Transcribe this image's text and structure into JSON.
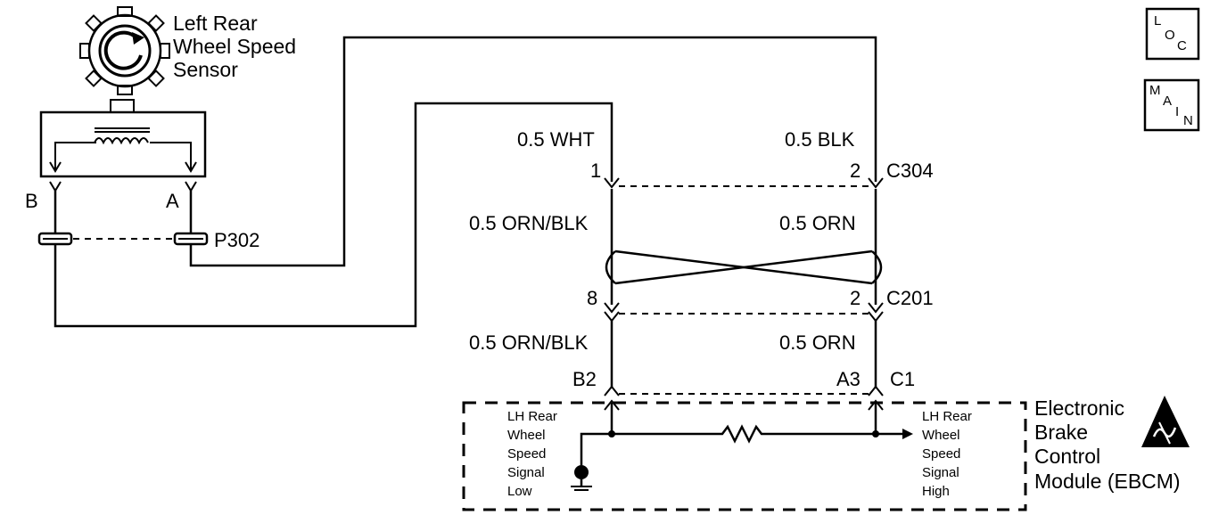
{
  "sensor": {
    "label_lines": [
      "Left Rear",
      "Wheel Speed",
      "Sensor"
    ]
  },
  "sensor_pins": {
    "b": "B",
    "a": "A"
  },
  "connectors": {
    "p302": "P302",
    "c304": "C304",
    "c201": "C201",
    "c1": "C1"
  },
  "wires": {
    "left_top": "0.5 WHT",
    "right_top": "0.5 BLK",
    "left_mid": "0.5 ORN/BLK",
    "right_mid": "0.5 ORN",
    "left_low": "0.5 ORN/BLK",
    "right_low": "0.5 ORN"
  },
  "pins": {
    "c304_left": "1",
    "c304_right": "2",
    "c201_left": "8",
    "c201_right": "2",
    "c1_left": "B2",
    "c1_right": "A3"
  },
  "module": {
    "label_lines": [
      "Electronic",
      "Brake",
      "Control",
      "Module (EBCM)"
    ],
    "low_signal_lines": [
      "LH Rear",
      "Wheel",
      "Speed",
      "Signal",
      "Low"
    ],
    "high_signal_lines": [
      "LH Rear",
      "Wheel",
      "Speed",
      "Signal",
      "High"
    ]
  },
  "buttons": {
    "loc": {
      "l1": "L",
      "l2": "O",
      "l3": "C"
    },
    "main": {
      "l1": "M",
      "l2": "A",
      "l3": "I",
      "l4": "N"
    }
  }
}
